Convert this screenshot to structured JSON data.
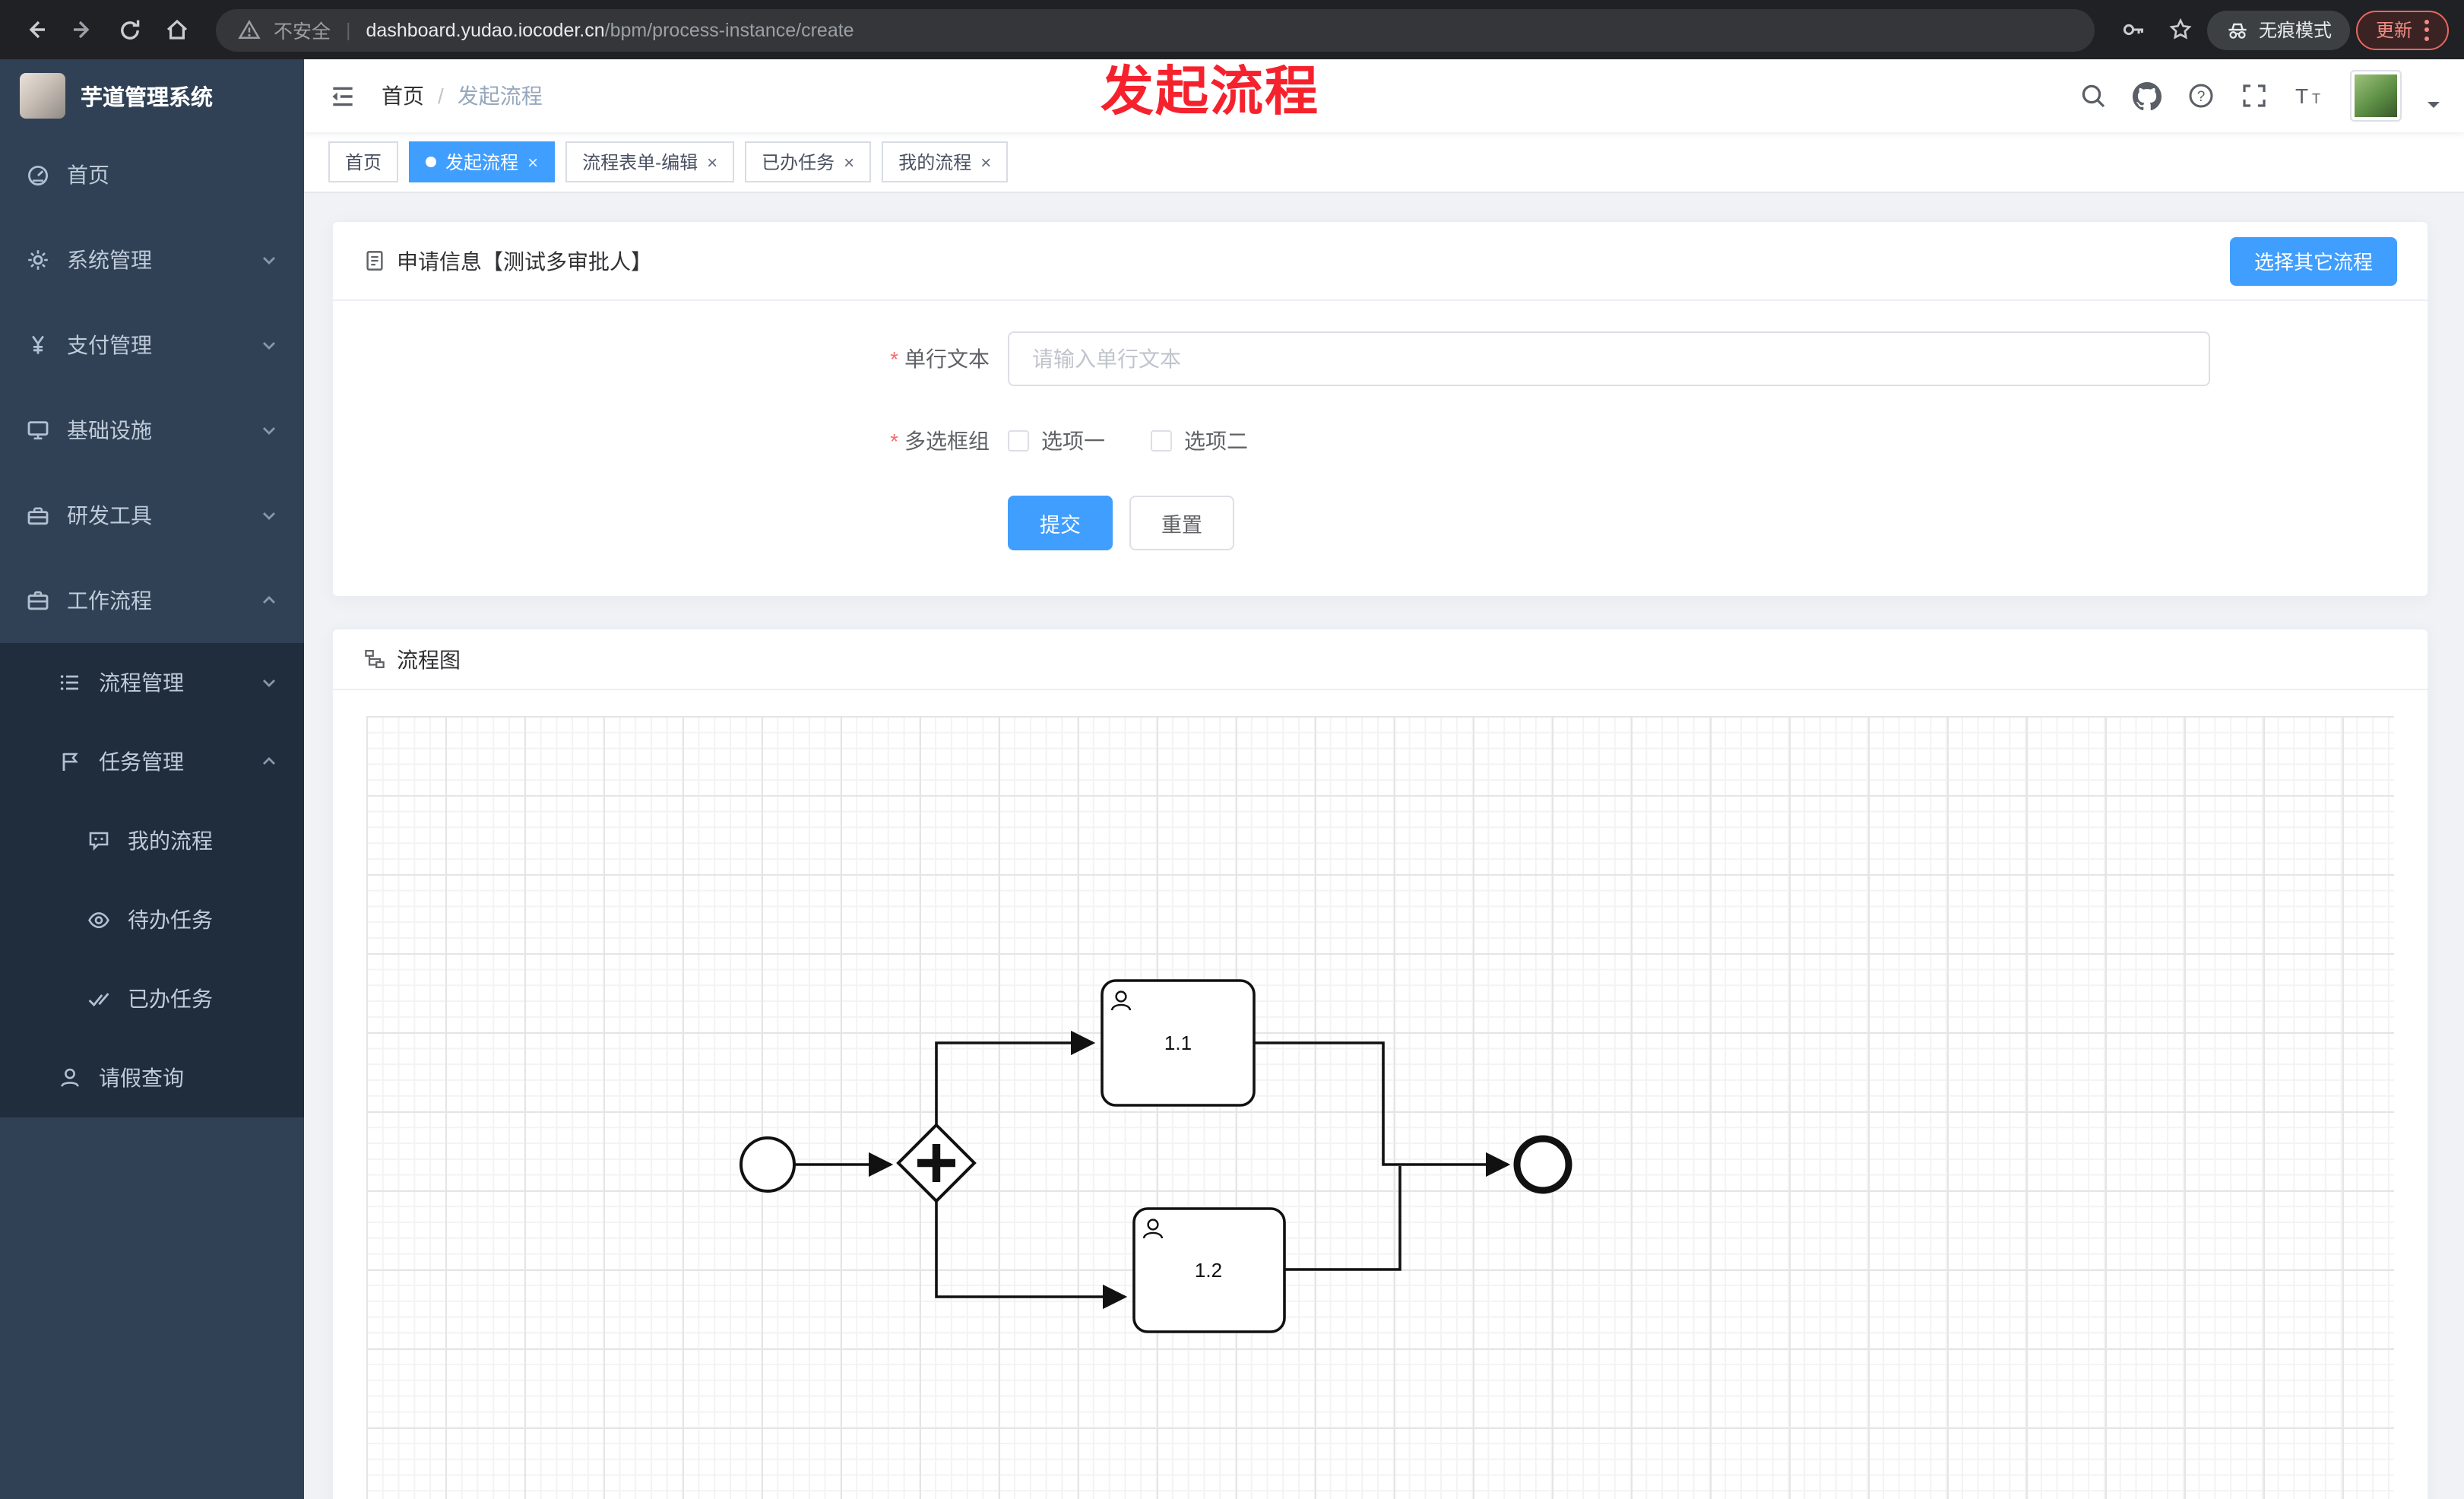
{
  "glyphs": {
    "close": "×",
    "required": "*",
    "help": "?",
    "font_large": "T",
    "font_small": "T",
    "divider": "|"
  },
  "browser": {
    "security_label": "不安全",
    "url_domain": "dashboard.yudao.iocoder.cn",
    "url_path": "/bpm/process-instance/create",
    "incognito_label": "无痕模式",
    "update_label": "更新"
  },
  "annotation": {
    "text": "发起流程",
    "color": "#f5222d"
  },
  "sidebar": {
    "logo_title": "芋道管理系统",
    "menu": [
      {
        "label": "首页",
        "icon": "dashboard-icon"
      },
      {
        "label": "系统管理",
        "icon": "gear-icon",
        "arrow": "down"
      },
      {
        "label": "支付管理",
        "icon": "yen-icon",
        "arrow": "down"
      },
      {
        "label": "基础设施",
        "icon": "monitor-icon",
        "arrow": "down"
      },
      {
        "label": "研发工具",
        "icon": "toolbox-icon",
        "arrow": "down"
      },
      {
        "label": "工作流程",
        "icon": "briefcase-icon",
        "arrow": "up"
      }
    ],
    "submenu": [
      {
        "label": "流程管理",
        "icon": "list-icon",
        "arrow": "down",
        "level": 2
      },
      {
        "label": "任务管理",
        "icon": "flag-icon",
        "arrow": "up",
        "level": 2
      },
      {
        "label": "我的流程",
        "icon": "chat-icon",
        "level": 3
      },
      {
        "label": "待办任务",
        "icon": "eye-icon",
        "level": 3
      },
      {
        "label": "已办任务",
        "icon": "done-icon",
        "level": 3
      },
      {
        "label": "请假查询",
        "icon": "user-icon",
        "level": 2
      }
    ]
  },
  "header": {
    "breadcrumb": [
      "首页",
      "发起流程"
    ],
    "separator": "/"
  },
  "tabs": [
    {
      "label": "首页",
      "active": false,
      "closable": false
    },
    {
      "label": "发起流程",
      "active": true,
      "closable": true
    },
    {
      "label": "流程表单-编辑",
      "active": false,
      "closable": true
    },
    {
      "label": "已办任务",
      "active": false,
      "closable": true
    },
    {
      "label": "我的流程",
      "active": false,
      "closable": true
    }
  ],
  "form_card": {
    "title": "申请信息【测试多审批人】",
    "choose_other_button": "选择其它流程",
    "text_field": {
      "label": "单行文本",
      "required": true,
      "placeholder": "请输入单行文本",
      "value": ""
    },
    "checkbox_field": {
      "label": "多选框组",
      "required": true,
      "options": [
        "选项一",
        "选项二"
      ],
      "checked": []
    },
    "submit_label": "提交",
    "reset_label": "重置"
  },
  "diagram_card": {
    "title": "流程图",
    "task1_label": "1.1",
    "task2_label": "1.2",
    "node_types": [
      "start-event",
      "parallel-gateway",
      "user-task",
      "user-task",
      "end-event"
    ]
  },
  "colors": {
    "accent": "#409eff",
    "sidebar_bg": "#304156",
    "submenu_bg": "#1f2d3d",
    "required": "#f56c6c",
    "annotation": "#f5222d"
  }
}
